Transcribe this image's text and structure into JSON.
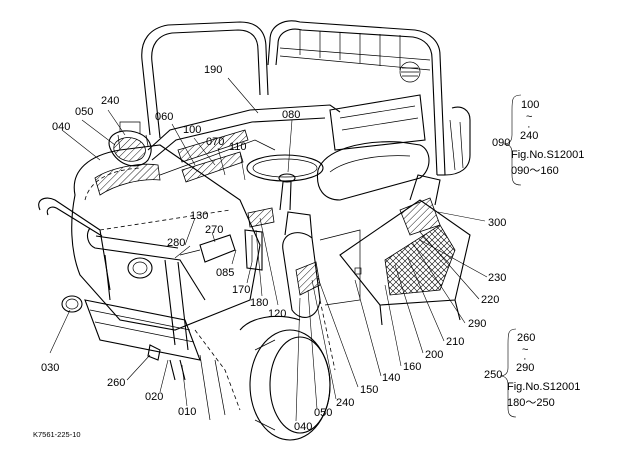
{
  "diagram": {
    "callouts": [
      {
        "id": "c190",
        "text": "190"
      },
      {
        "id": "c240a",
        "text": "240"
      },
      {
        "id": "c050a",
        "text": "050"
      },
      {
        "id": "c040a",
        "text": "040"
      },
      {
        "id": "c060",
        "text": "060"
      },
      {
        "id": "c100",
        "text": "100"
      },
      {
        "id": "c080",
        "text": "080"
      },
      {
        "id": "c070",
        "text": "070"
      },
      {
        "id": "c110",
        "text": "110"
      },
      {
        "id": "c130",
        "text": "130"
      },
      {
        "id": "c270",
        "text": "270"
      },
      {
        "id": "c280",
        "text": "280"
      },
      {
        "id": "c085",
        "text": "085"
      },
      {
        "id": "c170",
        "text": "170"
      },
      {
        "id": "c180",
        "text": "180"
      },
      {
        "id": "c120",
        "text": "120"
      },
      {
        "id": "c300",
        "text": "300"
      },
      {
        "id": "c230",
        "text": "230"
      },
      {
        "id": "c220",
        "text": "220"
      },
      {
        "id": "c290",
        "text": "290"
      },
      {
        "id": "c210",
        "text": "210"
      },
      {
        "id": "c200",
        "text": "200"
      },
      {
        "id": "c160",
        "text": "160"
      },
      {
        "id": "c140",
        "text": "140"
      },
      {
        "id": "c150",
        "text": "150"
      },
      {
        "id": "c240b",
        "text": "240"
      },
      {
        "id": "c050b",
        "text": "050"
      },
      {
        "id": "c040b",
        "text": "040"
      },
      {
        "id": "c030",
        "text": "030"
      },
      {
        "id": "c260",
        "text": "260"
      },
      {
        "id": "c020",
        "text": "020"
      },
      {
        "id": "c010",
        "text": "010"
      }
    ],
    "group_refs": [
      {
        "group": "090",
        "range_start": "100",
        "tilde": "~",
        "dot": "·",
        "range_end": "240",
        "fig_no": "Fig.No.S12001",
        "fig_range": "090～160"
      },
      {
        "group": "250",
        "range_start": "260",
        "tilde": "~",
        "dot": "·",
        "range_end": "290",
        "fig_no": "Fig.No.S12001",
        "fig_range": "180～250"
      }
    ],
    "footer_code": "K7561-225-10"
  }
}
